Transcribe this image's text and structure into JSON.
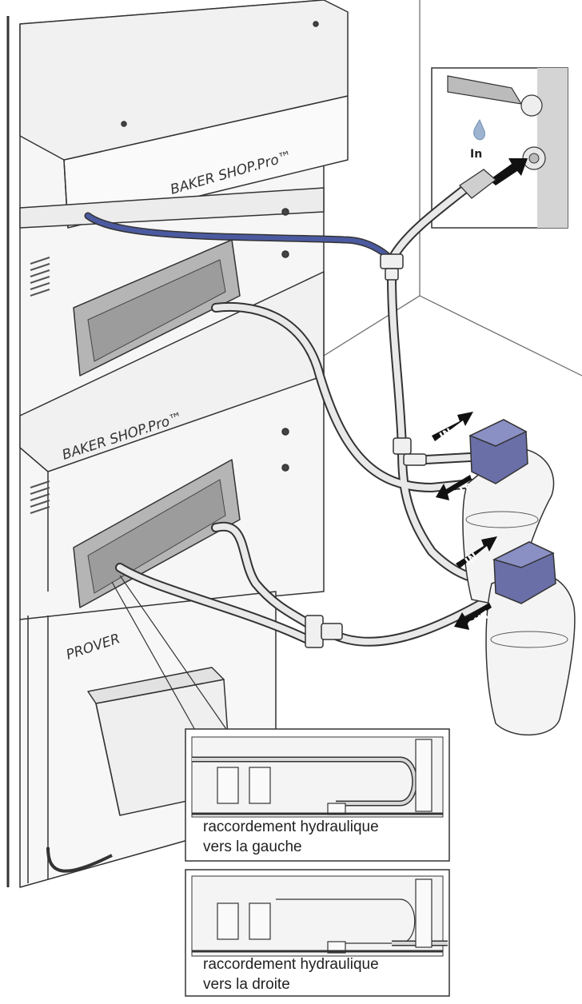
{
  "brand_upper": "BAKER SHOP.Pro™",
  "brand_lower": "BAKER SHOP.Pro™",
  "prover_label": "PROVER",
  "water_inlet_label": "In",
  "filter_top": {
    "in_tag": "IN",
    "out_tag": "OUT"
  },
  "filter_bottom": {
    "in_tag": "IN",
    "out_tag": "OUT"
  },
  "detail_left": {
    "line1": "raccordement hydraulique",
    "line2": "vers la gauche"
  },
  "detail_right": {
    "line1": "raccordement hydraulique",
    "line2": "vers la droite"
  },
  "colors": {
    "line": "#333333",
    "hose": "#e9e9e9",
    "hose_blue": "#4b5aa0",
    "filter_cap": "#6a6fa8",
    "panel": "#f2f2f2",
    "bracket": "#b5b5b5"
  }
}
